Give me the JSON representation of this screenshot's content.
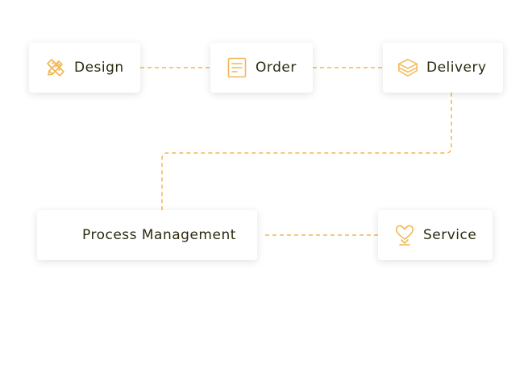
{
  "colors": {
    "accent": "#f2b654",
    "text": "#2b2a0f",
    "card": "#ffffff"
  },
  "nodes": [
    {
      "id": "design",
      "label": "Design",
      "icon": "pencil-ruler-icon"
    },
    {
      "id": "order",
      "label": "Order",
      "icon": "document-icon"
    },
    {
      "id": "delivery",
      "label": "Delivery",
      "icon": "layers-box-icon"
    },
    {
      "id": "process",
      "label": "Process Management",
      "icon": ""
    },
    {
      "id": "service",
      "label": "Service",
      "icon": "heart-hand-icon"
    }
  ]
}
